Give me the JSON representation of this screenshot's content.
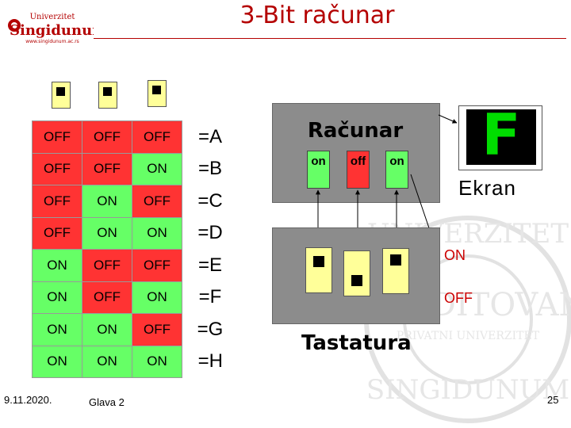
{
  "header": {
    "title": "3-Bit računar",
    "logo": {
      "top_text": "Univerzitet",
      "name": "Singidunum",
      "url": "www.singidunum.ac.rs"
    }
  },
  "switches": [
    {
      "state": "up"
    },
    {
      "state": "up"
    },
    {
      "state": "up"
    }
  ],
  "truth_table": [
    {
      "bits": [
        "OFF",
        "OFF",
        "OFF"
      ],
      "result": "=A"
    },
    {
      "bits": [
        "OFF",
        "OFF",
        "ON"
      ],
      "result": "=B"
    },
    {
      "bits": [
        "OFF",
        "ON",
        "OFF"
      ],
      "result": "=C"
    },
    {
      "bits": [
        "OFF",
        "ON",
        "ON"
      ],
      "result": "=D"
    },
    {
      "bits": [
        "ON",
        "OFF",
        "OFF"
      ],
      "result": "=E"
    },
    {
      "bits": [
        "ON",
        "OFF",
        "ON"
      ],
      "result": "=F"
    },
    {
      "bits": [
        "ON",
        "ON",
        "OFF"
      ],
      "result": "=G"
    },
    {
      "bits": [
        "ON",
        "ON",
        "ON"
      ],
      "result": "=H"
    }
  ],
  "computer": {
    "label": "Računar",
    "lamps": [
      "on",
      "off",
      "on"
    ]
  },
  "keyboard": {
    "label": "Tastatura",
    "keys": [
      "up",
      "down",
      "up"
    ],
    "on_label": "ON",
    "off_label": "OFF"
  },
  "screen": {
    "letter": "F",
    "label": "Ekran"
  },
  "footer": {
    "date": "9.11.2020.",
    "chapter": "Glava 2",
    "page": "25"
  },
  "seal_text": [
    "UNIVERZITET",
    "AKREDITOVANI",
    "PRIVATNI UNIVERZITET",
    "SINGIDUNUM"
  ],
  "colors": {
    "on": "#66ff66",
    "off": "#ff3333",
    "title": "#b40000",
    "switch": "#ffff99",
    "box": "#8c8c8c"
  }
}
